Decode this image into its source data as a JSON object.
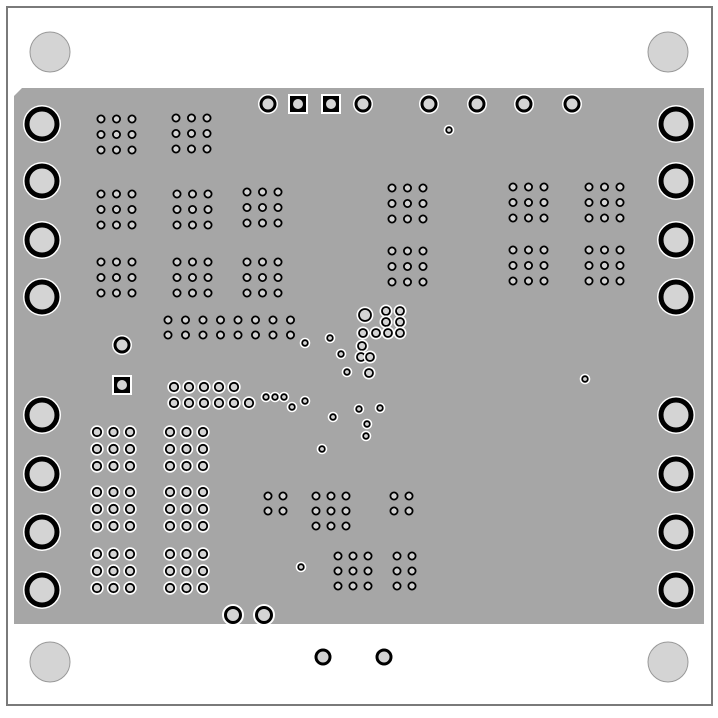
{
  "board": {
    "layer": "copper-pour",
    "colors": {
      "background": "#ffffff",
      "outline": "#7a7a7a",
      "copper": "#a6a6a6",
      "pad_fill": "#d4d4d4",
      "pad_ring": "#000000",
      "clearance": "#ffffff"
    },
    "mounting_holes": 4,
    "connector_pads_left": 8,
    "connector_pads_right": 8,
    "header_pins": 8
  }
}
